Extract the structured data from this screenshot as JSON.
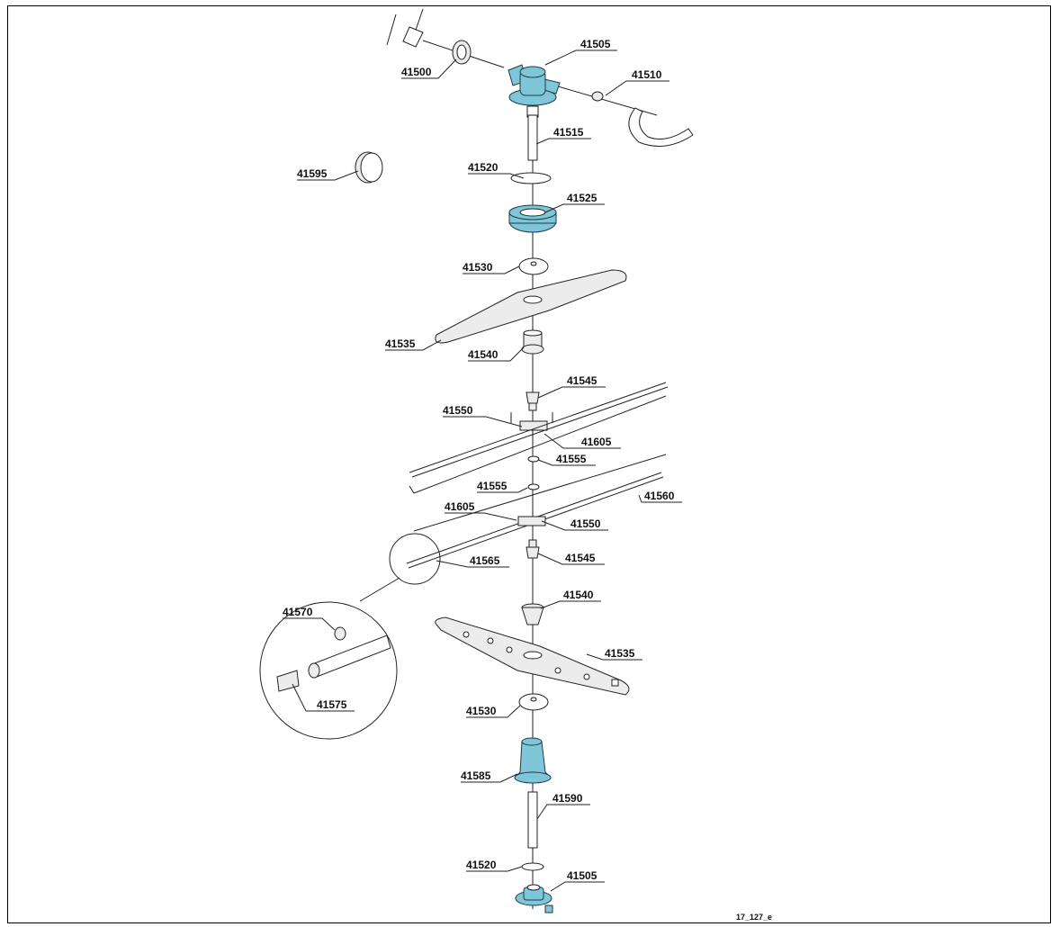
{
  "diagram": {
    "drawing_code": "17_127_e",
    "colors": {
      "highlight": "#7fc6d9",
      "outline": "#222222",
      "part_fill": "#ececec"
    },
    "labels": {
      "p41500": "41500",
      "p41505_top": "41505",
      "p41510": "41510",
      "p41515": "41515",
      "p41595": "41595",
      "p41520_top": "41520",
      "p41525": "41525",
      "p41530_top": "41530",
      "p41535_top": "41535",
      "p41540_top": "41540",
      "p41545_top": "41545",
      "p41550_top": "41550",
      "p41605_top": "41605",
      "p41555_top": "41555",
      "p41555_bot": "41555",
      "p41560": "41560",
      "p41605_bot": "41605",
      "p41550_bot": "41550",
      "p41545_bot": "41545",
      "p41565": "41565",
      "p41540_bot": "41540",
      "p41570": "41570",
      "p41535_bot": "41535",
      "p41575": "41575",
      "p41530_bot": "41530",
      "p41585": "41585",
      "p41590": "41590",
      "p41520_bot": "41520",
      "p41505_bot": "41505"
    }
  }
}
